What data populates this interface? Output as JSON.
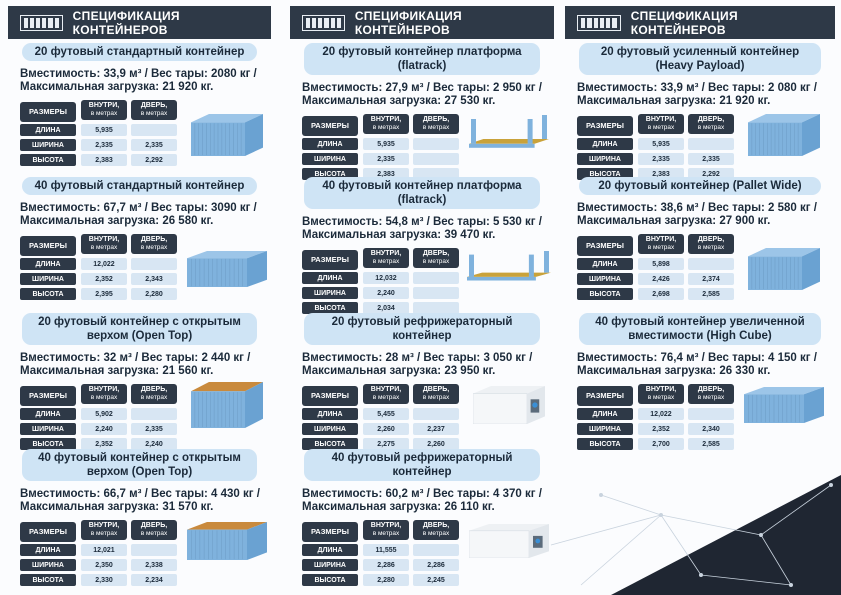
{
  "header_title": "СПЕЦИФИКАЦИЯ КОНТЕЙНЕРОВ",
  "labels": {
    "sizes": "РАЗМЕРЫ",
    "inside": "ВНУТРИ,",
    "door": "ДВЕРЬ,",
    "unit": "в метрах",
    "length": "ДЛИНА",
    "width": "ШИРИНА",
    "height": "ВЫСОТА"
  },
  "colors": {
    "dark": "#2e3947",
    "pill": "#cfe4f5",
    "cell": "#d8e6f3",
    "container": "#7fb2dd"
  },
  "columns": [
    [
      {
        "title": "20 футовый стандартный контейнер",
        "line1": "Вместимость: 33,9 м³ / Вес тары: 2080 кг /",
        "line2": "Максимальная загрузка: 21 920 кг.",
        "inside": [
          "5,935",
          "2,335",
          "2,383"
        ],
        "door": [
          "",
          "2,335",
          "2,292"
        ],
        "img": "box"
      },
      {
        "title": "40 футовый стандартный контейнер",
        "line1": "Вместимость: 67,7 м³ / Вес тары: 3090 кг /",
        "line2": "Максимальная загрузка: 26 580 кг.",
        "inside": [
          "12,022",
          "2,352",
          "2,395"
        ],
        "door": [
          "",
          "2,343",
          "2,280"
        ],
        "img": "long"
      },
      {
        "title": "20 футовый контейнер с открытым верхом (Open Top)",
        "line1": "Вместимость: 32 м³ / Вес тары: 2 440 кг /",
        "line2": "Максимальная загрузка: 21 560 кг.",
        "inside": [
          "5,902",
          "2,240",
          "2,352"
        ],
        "door": [
          "",
          "2,335",
          "2,240"
        ],
        "img": "open"
      },
      {
        "title": "40 футовый контейнер с открытым верхом (Open Top)",
        "line1": "Вместимость: 66,7 м³ / Вес тары: 4 430 кг /",
        "line2": "Максимальная загрузка: 31 570 кг.",
        "inside": [
          "12,021",
          "2,350",
          "2,330"
        ],
        "door": [
          "",
          "2,338",
          "2,234"
        ],
        "img": "openlong"
      }
    ],
    [
      {
        "title": "20 футовый контейнер платформа (flatrack)",
        "line1": "Вместимость: 27,9 м³ / Вес тары: 2 950 кг /",
        "line2": "Максимальная загрузка: 27 530 кг.",
        "inside": [
          "5,935",
          "2,335",
          "2,383"
        ],
        "door": [
          "",
          "",
          ""
        ],
        "img": "flat"
      },
      {
        "title": "40 футовый контейнер платформа (flatrack)",
        "line1": "Вместимость: 54,8 м³ / Вес тары: 5 530 кг /",
        "line2": "Максимальная загрузка: 39 470 кг.",
        "inside": [
          "12,032",
          "2,240",
          "2,034"
        ],
        "door": [
          "",
          "",
          ""
        ],
        "img": "flatlong"
      },
      {
        "title": "20 футовый рефрижераторный контейнер",
        "line1": "Вместимость: 28 м³ / Вес тары: 3 050 кг /",
        "line2": "Максимальная загрузка: 23 950 кг.",
        "inside": [
          "5,455",
          "2,260",
          "2,275"
        ],
        "door": [
          "",
          "2,237",
          "2,260"
        ],
        "img": "reefer"
      },
      {
        "title": "40 футовый рефрижераторный контейнер",
        "line1": "Вместимость: 60,2 м³ / Вес тары: 4 370 кг /",
        "line2": "Максимальная загрузка: 26 110 кг.",
        "inside": [
          "11,555",
          "2,286",
          "2,280"
        ],
        "door": [
          "",
          "2,286",
          "2,245"
        ],
        "img": "reeferlong"
      }
    ],
    [
      {
        "title": "20 футовый усиленный контейнер (Heavy Payload)",
        "line1": "Вместимость: 33,9 м³ / Вес тары: 2 080 кг /",
        "line2": "Максимальная загрузка: 21 920 кг.",
        "inside": [
          "5,935",
          "2,335",
          "2,383"
        ],
        "door": [
          "",
          "2,335",
          "2,292"
        ],
        "img": "box"
      },
      {
        "title": "20 футовый контейнер (Pallet Wide)",
        "line1": "Вместимость: 38,6 м³ / Вес тары: 2 580 кг /",
        "line2": "Максимальная загрузка: 27 900 кг.",
        "inside": [
          "5,898",
          "2,426",
          "2,698"
        ],
        "door": [
          "",
          "2,374",
          "2,585"
        ],
        "img": "box"
      },
      {
        "title": "40 футовый контейнер увеличенной вместимости (High Cube)",
        "line1": "Вместимость: 76,4 м³ / Вес тары: 4 150 кг /",
        "line2": "Максимальная загрузка: 26 330 кг.",
        "inside": [
          "12,022",
          "2,352",
          "2,700"
        ],
        "door": [
          "",
          "2,340",
          "2,585"
        ],
        "img": "long"
      }
    ]
  ]
}
